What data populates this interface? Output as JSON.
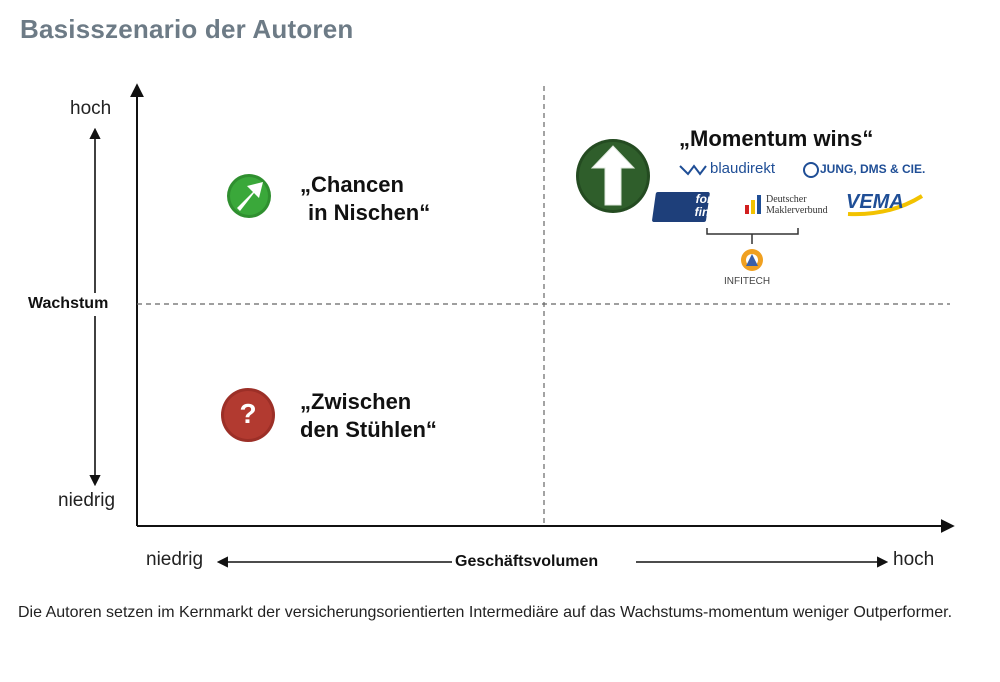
{
  "title": "Basisszenario der Autoren",
  "y_axis": {
    "label": "Wachstum",
    "high": "hoch",
    "low": "niedrig"
  },
  "x_axis": {
    "label": "Geschäftsvolumen",
    "high": "hoch",
    "low": "niedrig"
  },
  "quadrants": {
    "top_left": {
      "line1": "„Chancen",
      "line2": "in Nischen“"
    },
    "top_right": {
      "line1": "„Momentum wins“"
    },
    "bottom_left": {
      "line1": "„Zwischen",
      "line2": "den Stühlen“"
    }
  },
  "question_glyph": "?",
  "logos": {
    "blaudirekt": "blaudirekt",
    "jung": "JUNG, DMS & CIE.",
    "fonds_line1": "fonds",
    "fonds_line2": "finanz",
    "dmv_line1": "Deutscher",
    "dmv_line2": "Maklerverbund",
    "vema": "VEMA",
    "infitech": "INFITECH"
  },
  "caption": "Die Autoren setzen im Kernmarkt der versicherungsorientierten Intermediäre auf das Wachstums-momentum weniger Outperformer.",
  "colors": {
    "title": "#6d7b86",
    "green_light": "#3aa83a",
    "green_dark": "#2f5e2b",
    "red": "#b23a30",
    "blue": "#1f4e96",
    "yellow": "#f2c200"
  }
}
